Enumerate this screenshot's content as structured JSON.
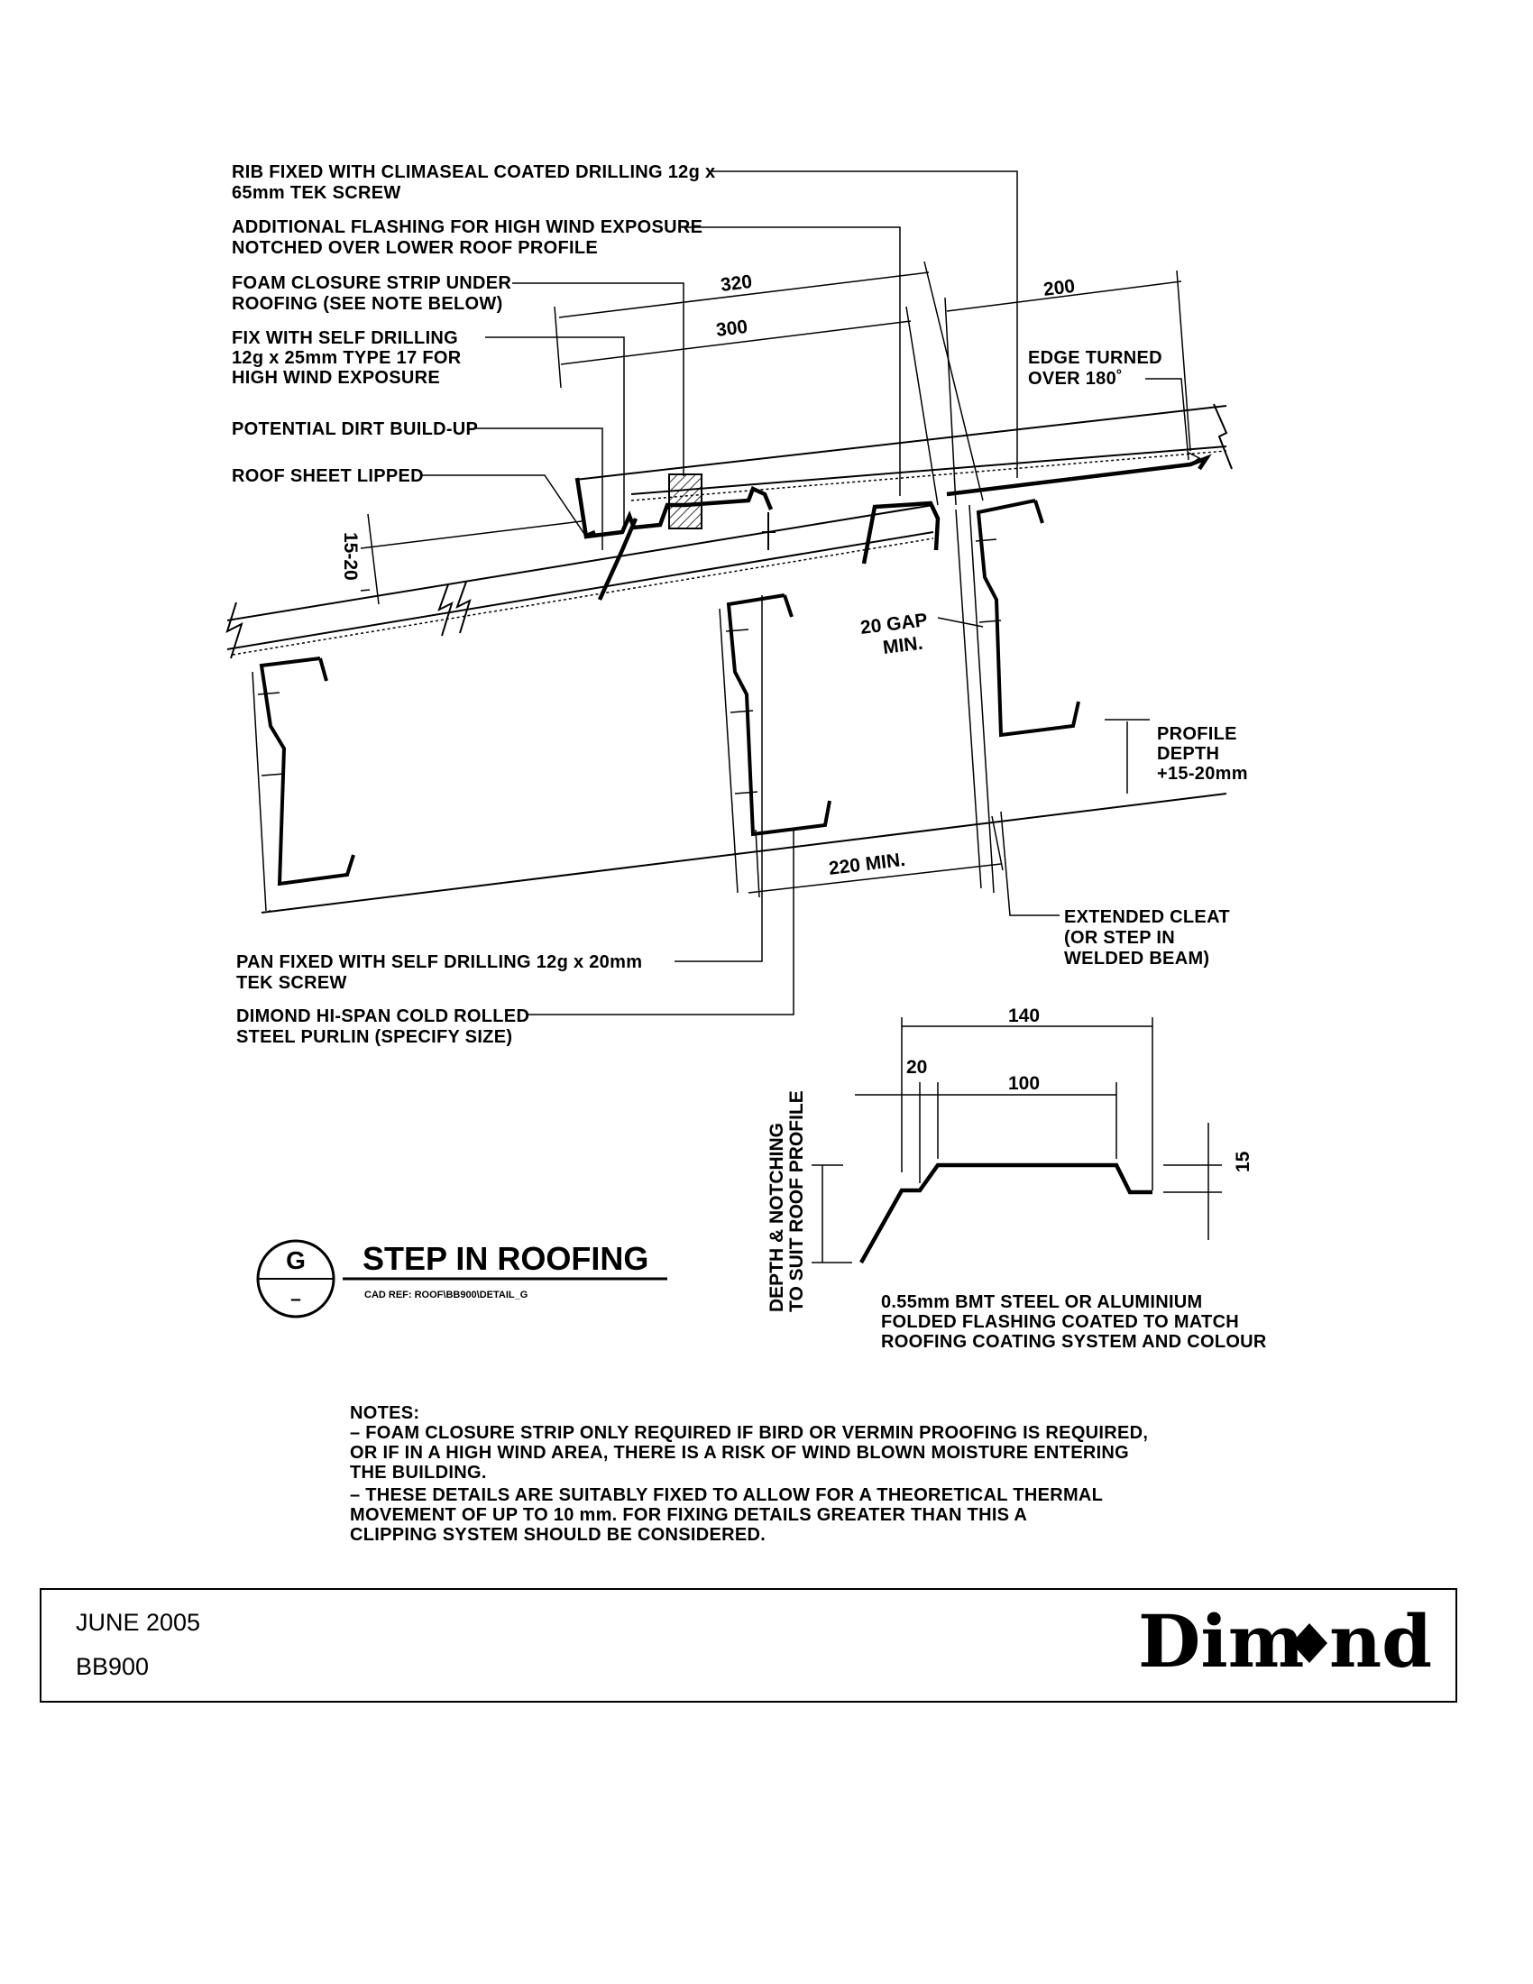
{
  "callouts": {
    "rib_fixed": [
      "RIB FIXED WITH CLIMASEAL COATED DRILLING 12g x",
      "65mm TEK SCREW"
    ],
    "additional_flashing": [
      "ADDITIONAL FLASHING FOR HIGH WIND EXPOSURE",
      "NOTCHED OVER LOWER ROOF PROFILE"
    ],
    "foam_closure": [
      "FOAM CLOSURE STRIP UNDER",
      "ROOFING (SEE NOTE BELOW)"
    ],
    "fix_self_drilling": [
      "FIX WITH SELF DRILLING",
      "12g x 25mm TYPE 17 FOR",
      "HIGH WIND EXPOSURE"
    ],
    "dirt_buildup": "POTENTIAL DIRT BUILD-UP",
    "roof_sheet_lipped": "ROOF SHEET LIPPED",
    "edge_turned": [
      "EDGE TURNED",
      "OVER 180˚"
    ],
    "profile_depth": [
      "PROFILE",
      "DEPTH",
      "+15-20mm"
    ],
    "extended_cleat": [
      "EXTENDED CLEAT",
      "(OR STEP IN",
      "WELDED BEAM)"
    ],
    "pan_fixed": [
      "PAN FIXED WITH SELF DRILLING 12g x 20mm",
      "TEK SCREW"
    ],
    "purlin": [
      "DIMOND HI-SPAN COLD ROLLED",
      "STEEL PURLIN (SPECIFY SIZE)"
    ],
    "depth_notching": [
      "DEPTH & NOTCHING",
      "TO SUIT ROOF PROFILE"
    ],
    "flashing_spec": [
      "0.55mm BMT STEEL OR ALUMINIUM",
      "FOLDED FLASHING COATED TO MATCH",
      "ROOFING COATING SYSTEM AND COLOUR"
    ]
  },
  "dimensions": {
    "d320": "320",
    "d300": "300",
    "d200": "200",
    "d15_20": "15-20",
    "gap": [
      "20 GAP",
      "MIN."
    ],
    "d220": "220 MIN.",
    "d140": "140",
    "d20": "20",
    "d100": "100",
    "d15": "15"
  },
  "detail": {
    "letter": "G",
    "sub": "–",
    "title": "STEP IN ROOFING",
    "cad_ref": "CAD REF: ROOF\\BB900\\DETAIL_G"
  },
  "notes": [
    "NOTES:",
    "– FOAM CLOSURE STRIP ONLY REQUIRED IF BIRD OR VERMIN PROOFING IS REQUIRED,",
    "OR IF IN A HIGH WIND AREA, THERE IS A RISK OF WIND BLOWN MOISTURE ENTERING",
    "THE BUILDING.",
    "– THESE DETAILS ARE SUITABLY FIXED TO ALLOW FOR A THEORETICAL THERMAL",
    "MOVEMENT OF UP TO 10 mm. FOR FIXING DETAILS GREATER THAN THIS A",
    "CLIPPING SYSTEM SHOULD BE CONSIDERED."
  ],
  "title_block": {
    "date": "JUNE 2005",
    "code": "BB900",
    "logo_left": "Dim",
    "logo_right": "nd"
  }
}
